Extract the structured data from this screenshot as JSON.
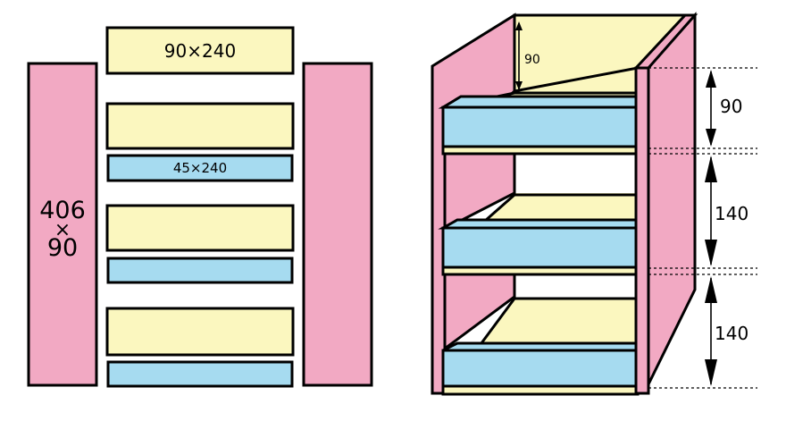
{
  "parts": {
    "side_board_label_top": "406",
    "side_board_label_mid": "×",
    "side_board_label_bottom": "90",
    "top_board_label": "90×240",
    "front_rail_label": "45×240"
  },
  "assembly": {
    "top_inner_height": "90",
    "dim_top": "90",
    "dim_middle": "140",
    "dim_bottom": "140"
  },
  "colors": {
    "side_board": "#f2a9c3",
    "shelf_board": "#fbf7bf",
    "front_rail": "#a6dbf0"
  }
}
